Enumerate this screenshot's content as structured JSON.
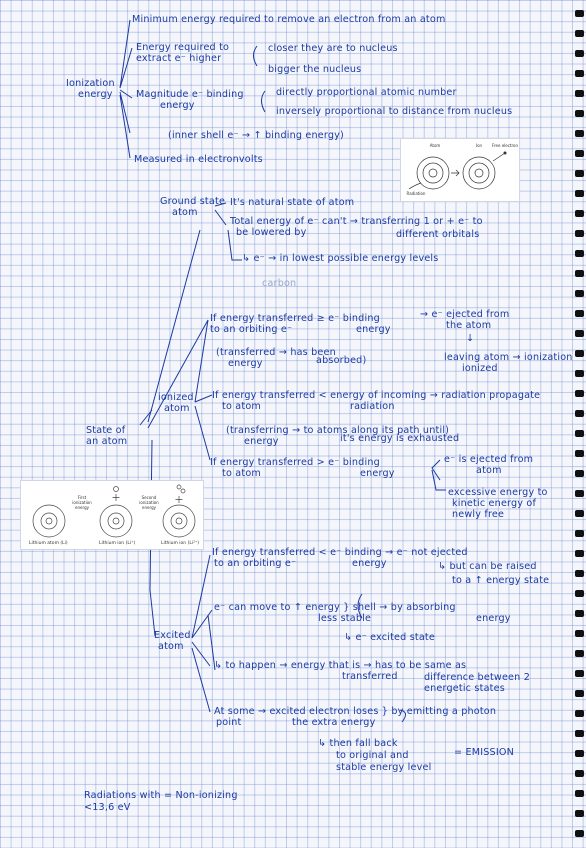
{
  "ionization": {
    "title_line1": "Ionization",
    "title_line2": "energy",
    "min_energy": "Minimum energy required to remove an electron from an atom",
    "extract_line1": "Energy required to",
    "extract_line2": "extract e⁻ higher",
    "closer": "closer they are to nucleus",
    "bigger": "bigger the nucleus",
    "magnitude_line1": "Magnitude e⁻ binding",
    "magnitude_line2": "energy",
    "direct": "directly proportional atomic number",
    "inverse": "inversely proportional to distance from nucleus",
    "inner_shell": "(inner shell e⁻ → ↑ binding energy)",
    "measured": "Measured in electronvolts"
  },
  "figure1": {
    "label_left": "Atom",
    "label_right": "Ion",
    "label_free": "Free electron",
    "label_radiation": "Radiation"
  },
  "ground": {
    "title_line1": "Ground state",
    "title_line2": "atom",
    "natural": "It's natural state of atom",
    "total_line1": "Total energy of e⁻ can't → transferring 1 or + e⁻ to",
    "total_line2": "be lowered by",
    "total_line3": "different orbitals",
    "lowest": "↳ e⁻ → in lowest possible energy levels",
    "carbon": "carbon"
  },
  "state_title_line1": "State of",
  "state_title_line2": "an atom",
  "ionized": {
    "title_line1": "ionized",
    "title_line2": "atom",
    "c1_line1": "If energy transferred ≥ e⁻ binding",
    "c1_line2": "to an orbiting e⁻",
    "c1_line3": "energy",
    "ejected_line1": "→ e⁻ ejected from",
    "ejected_line2": "the atom",
    "down_arrow": "↓",
    "leaving_line1": "leaving atom → ionization",
    "leaving_line2": "ionized",
    "transferred_line1": "(transferred → has been",
    "transferred_line2": "energy",
    "transferred_line3": "absorbed)",
    "c2_line1": "If energy transferred < energy of incoming → radiation propagate",
    "c2_line2": "to atom",
    "c2_line3": "radiation",
    "c2b_line1": "(transferring → to atoms along its path until)",
    "c2b_line2": "energy",
    "c2b_line3": "it's energy is exhausted",
    "c3_line1": "If energy transferred > e⁻ binding",
    "c3_line2": "to atom",
    "c3_line3": "energy",
    "c3_eject_line1": "e⁻ is ejected from",
    "c3_eject_line2": "atom",
    "excessive_line1": "excessive energy to",
    "excessive_line2": "kinetic energy of",
    "excessive_line3": "newly free"
  },
  "figure2": {
    "label_first": "First ionization energy",
    "label_second": "Second ionization energy",
    "cap_li": "Lithium atom (Li)",
    "cap_li1": "Lithium ion (Li⁺)",
    "cap_li2": "Lithium ion (Li²⁺)"
  },
  "excited": {
    "title_line1": "Excited",
    "title_line2": "atom",
    "c1_line1": "If energy transferred < e⁻ binding → e⁻ not ejected",
    "c1_line2": "to an orbiting e⁻",
    "c1_line3": "energy",
    "raised_line1": "↳ but can be raised",
    "raised_line2": "to a ↑ energy state",
    "move_line1": "e⁻ can move to ↑ energy } shell → by absorbing",
    "move_line2": "less stable",
    "move_line3": "energy",
    "excited_state": "↳ e⁻ excited state",
    "happen_line1": "↳ to happen → energy that is → has to be same as",
    "happen_line2": "transferred",
    "happen_line3": "difference between 2",
    "happen_line4": "energetic states",
    "some_line1": "At some → excited electron loses } by emitting a photon",
    "some_line2": "point",
    "some_line3": "the extra energy",
    "fall_line1": "↳ then fall back",
    "fall_line2": "to original and",
    "fall_line3": "stable energy level",
    "emission": "= EMISSION"
  },
  "radiations": {
    "line1": "Radiations with = Non-ionizing",
    "line2": "<13,6 eV"
  }
}
